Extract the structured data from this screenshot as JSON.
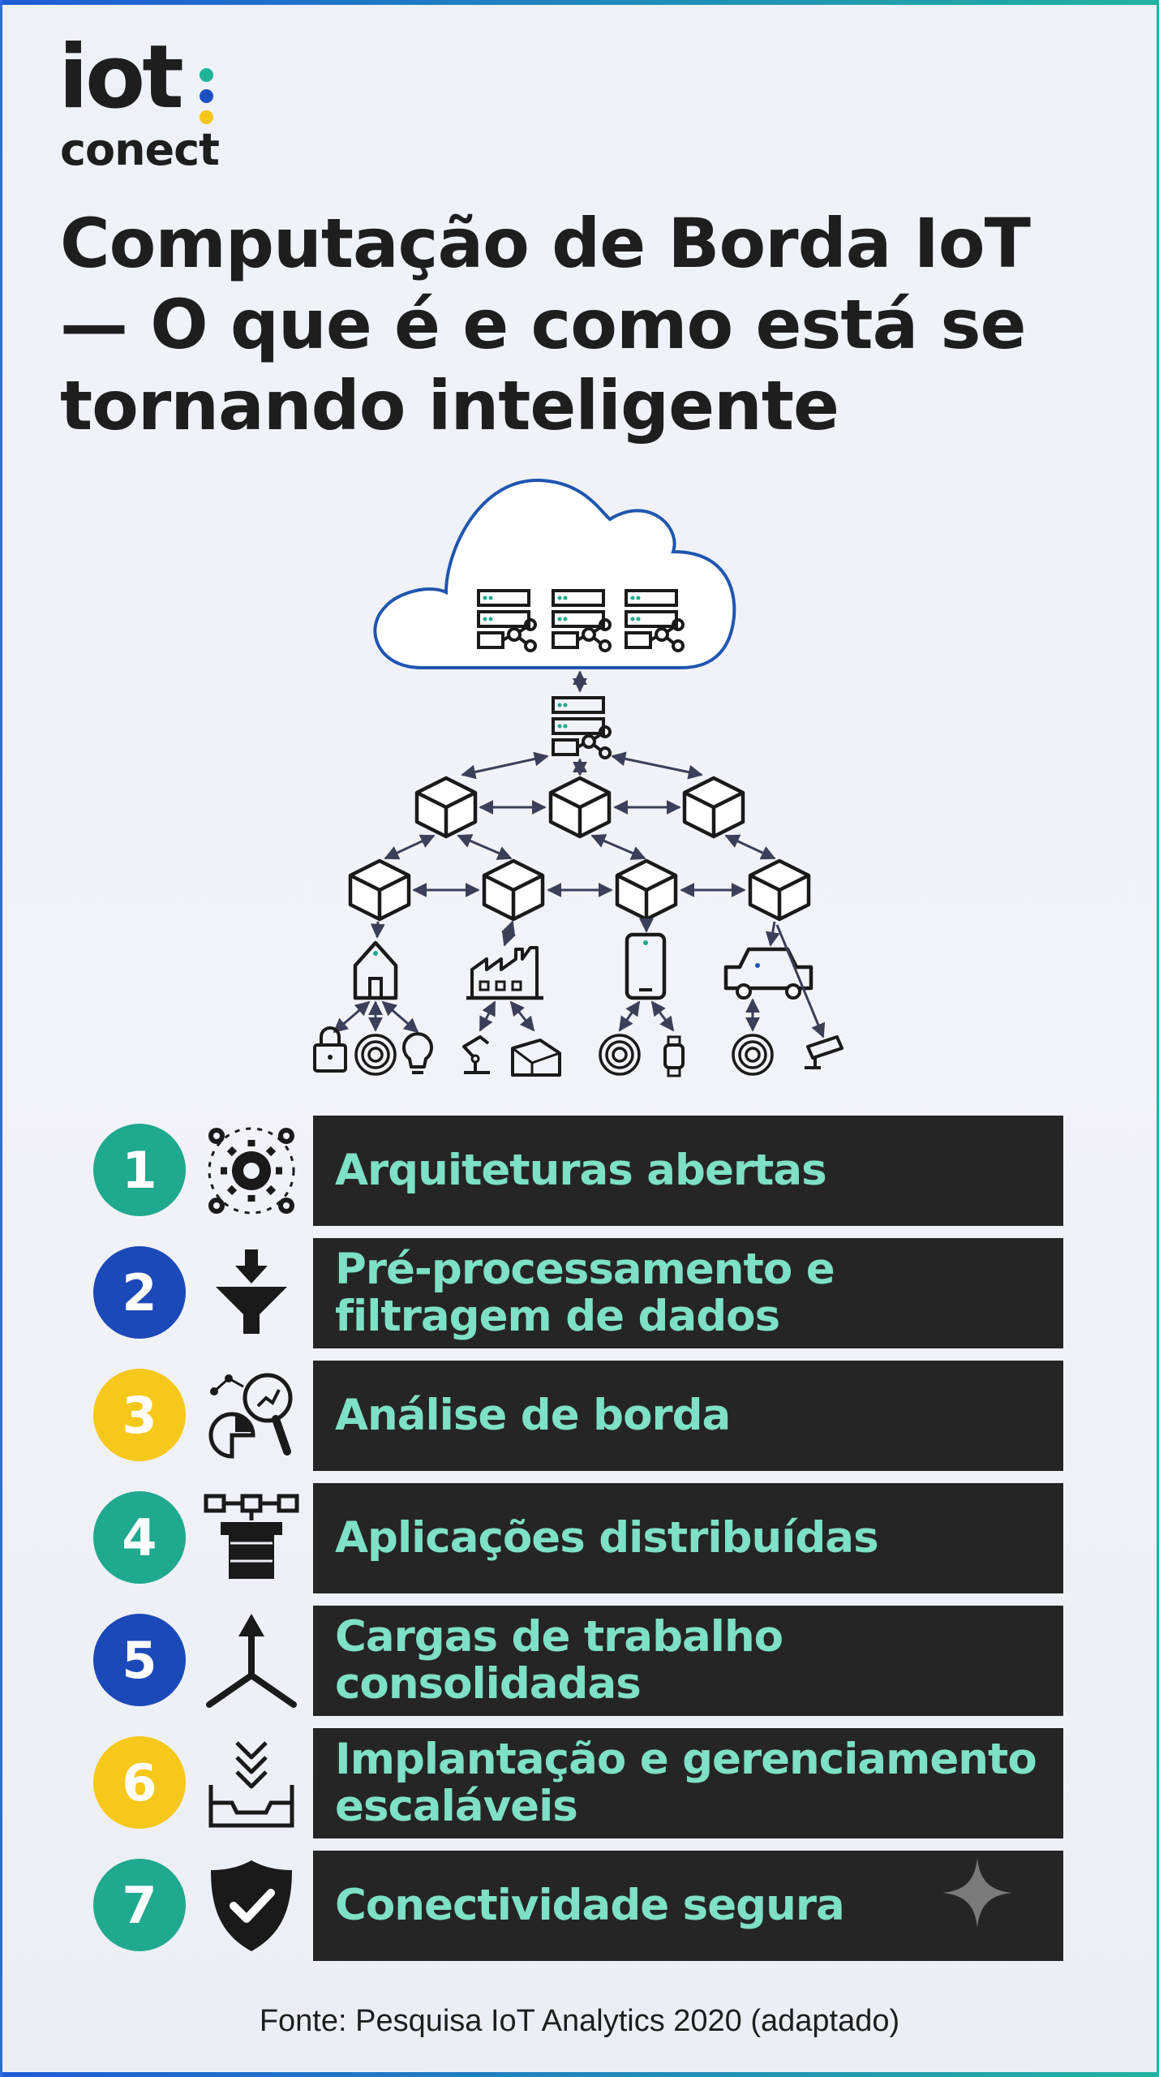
{
  "brand": {
    "logo_main": "iot",
    "logo_sub": "conect",
    "dot_colors": [
      "#20b39a",
      "#1e4fc2",
      "#f5c518"
    ]
  },
  "title": "Computação de Borda IoT — O que é e como está se tornando inteligente",
  "diagram_icons": [
    "cloud-icon",
    "server-icon",
    "node-cube-icon",
    "house-icon",
    "factory-icon",
    "smartphone-icon",
    "car-icon",
    "lock-icon",
    "sensor-icon",
    "lightbulb-icon",
    "robot-arm-icon",
    "machine-icon",
    "watch-icon",
    "camera-icon"
  ],
  "items": [
    {
      "number": "1",
      "label": "Arquiteturas abertas",
      "color": "#1fa98e",
      "icon": "gears-network-icon"
    },
    {
      "number": "2",
      "label": "Pré-processamento e filtragem de dados",
      "color": "#1c49b8",
      "icon": "funnel-filter-icon"
    },
    {
      "number": "3",
      "label": "Análise de borda",
      "color": "#f6c81b",
      "icon": "analytics-icon"
    },
    {
      "number": "4",
      "label": "Aplicações distribuídas",
      "color": "#1fa98e",
      "icon": "distributed-apps-icon"
    },
    {
      "number": "5",
      "label": "Cargas de trabalho consolidadas",
      "color": "#1c49b8",
      "icon": "consolidated-arrow-icon"
    },
    {
      "number": "6",
      "label": "Implantação e gerenciamento escaláveis",
      "color": "#f6c81b",
      "icon": "deploy-tray-icon"
    },
    {
      "number": "7",
      "label": "Conectividade segura",
      "color": "#1fa98e",
      "icon": "shield-check-icon"
    }
  ],
  "accent_text_color": "#7ee0c4",
  "bar_color": "#252525",
  "source": "Fonte: Pesquisa IoT Analytics 2020 (adaptado)"
}
